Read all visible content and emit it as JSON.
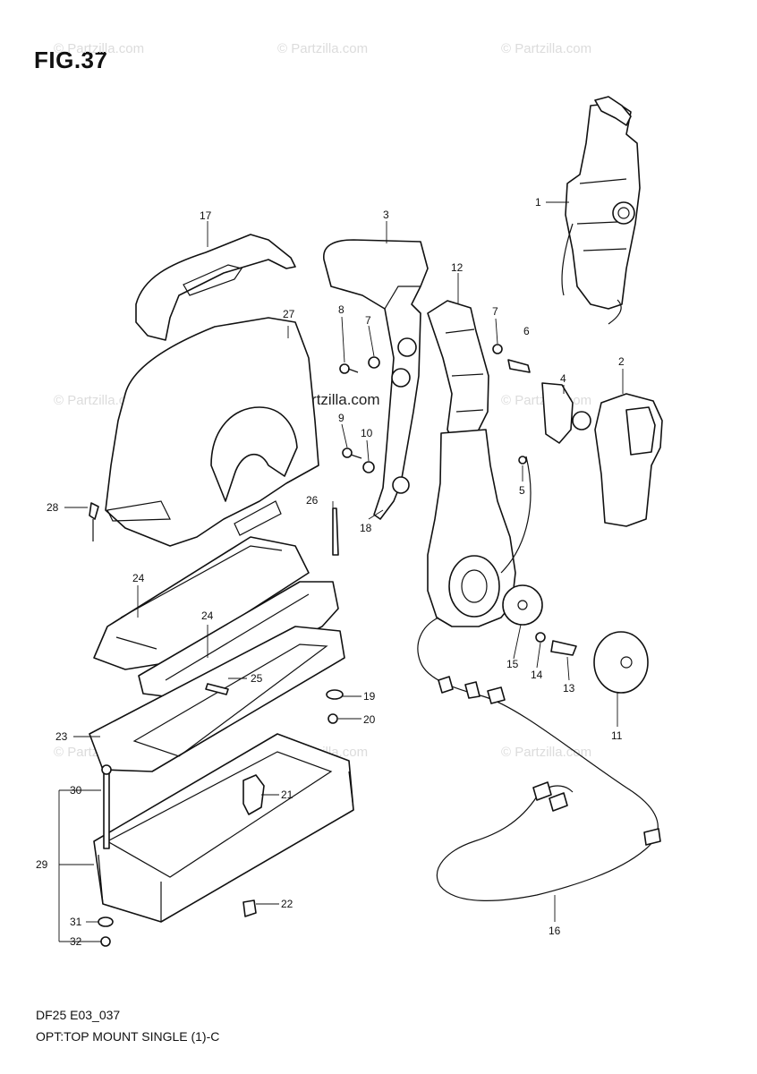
{
  "figure": {
    "title": "FIG.37"
  },
  "watermarks": {
    "corner_text": "© Partzilla.com",
    "center_text": "© Partzilla.com"
  },
  "footer": {
    "code": "DF25 E03_037",
    "description": "OPT:TOP MOUNT SINGLE (1)-C"
  },
  "callouts": [
    {
      "id": "c1",
      "label": "1"
    },
    {
      "id": "c2",
      "label": "2"
    },
    {
      "id": "c3",
      "label": "3"
    },
    {
      "id": "c4",
      "label": "4"
    },
    {
      "id": "c5",
      "label": "5"
    },
    {
      "id": "c6",
      "label": "6"
    },
    {
      "id": "c7a",
      "label": "7"
    },
    {
      "id": "c7b",
      "label": "7"
    },
    {
      "id": "c8",
      "label": "8"
    },
    {
      "id": "c9",
      "label": "9"
    },
    {
      "id": "c10",
      "label": "10"
    },
    {
      "id": "c11",
      "label": "11"
    },
    {
      "id": "c12",
      "label": "12"
    },
    {
      "id": "c13",
      "label": "13"
    },
    {
      "id": "c14",
      "label": "14"
    },
    {
      "id": "c15",
      "label": "15"
    },
    {
      "id": "c16",
      "label": "16"
    },
    {
      "id": "c17",
      "label": "17"
    },
    {
      "id": "c18",
      "label": "18"
    },
    {
      "id": "c19",
      "label": "19"
    },
    {
      "id": "c20",
      "label": "20"
    },
    {
      "id": "c21",
      "label": "21"
    },
    {
      "id": "c22",
      "label": "22"
    },
    {
      "id": "c23",
      "label": "23"
    },
    {
      "id": "c24a",
      "label": "24"
    },
    {
      "id": "c24b",
      "label": "24"
    },
    {
      "id": "c25",
      "label": "25"
    },
    {
      "id": "c26",
      "label": "26"
    },
    {
      "id": "c27",
      "label": "27"
    },
    {
      "id": "c28",
      "label": "28"
    },
    {
      "id": "c29",
      "label": "29"
    },
    {
      "id": "c30",
      "label": "30"
    },
    {
      "id": "c31",
      "label": "31"
    },
    {
      "id": "c32",
      "label": "32"
    }
  ]
}
